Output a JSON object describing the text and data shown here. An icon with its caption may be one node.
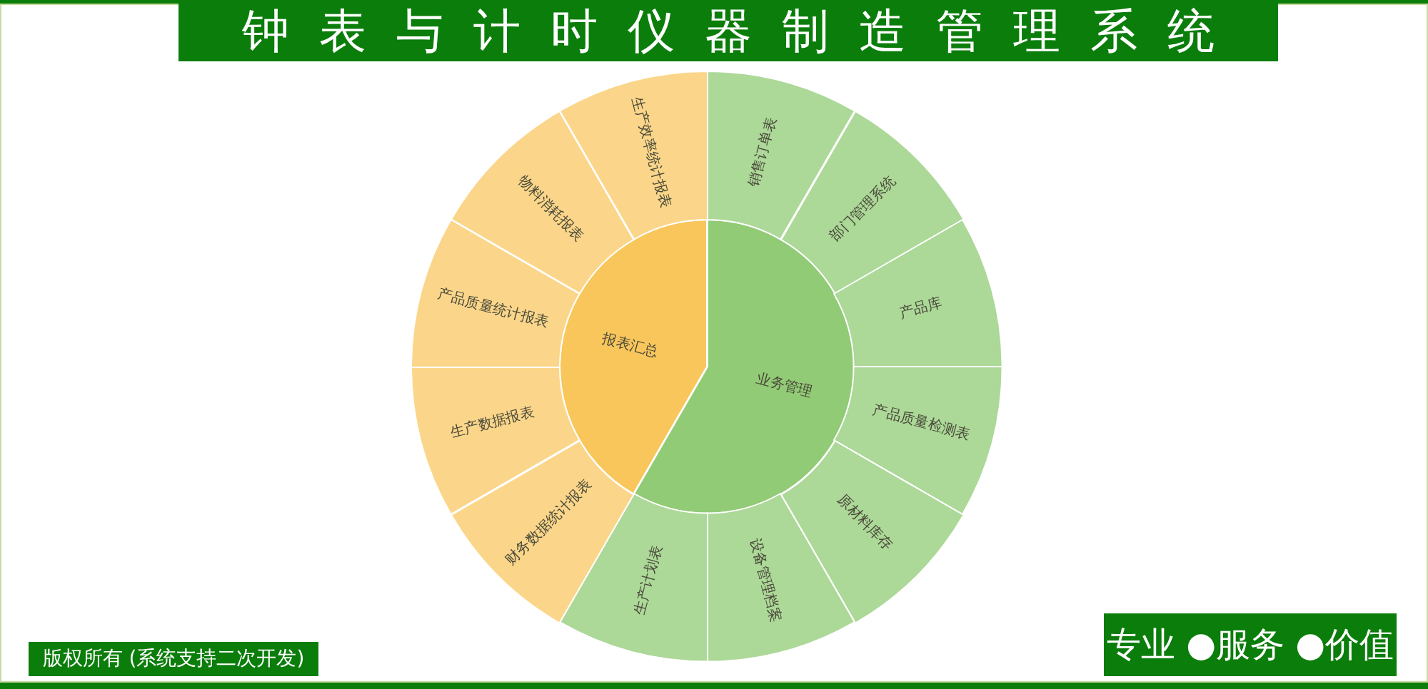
{
  "diagram": {
    "title": "钟表与计时仪器制造管理系统",
    "nodes": [
      {
        "text": [
          "报表汇总"
        ]
      },
      {
        "text": [
          "业务管理"
        ]
      },
      {
        "text": [
          "销售订单表"
        ]
      },
      {
        "text": [
          "部门管理系统"
        ]
      },
      {
        "text": [
          "产品库"
        ]
      },
      {
        "text": [
          "产品质量检测表"
        ]
      },
      {
        "text": [
          "原材料库存"
        ]
      },
      {
        "text": [
          "设备管理档案"
        ]
      },
      {
        "text": [
          "生产计划表"
        ]
      },
      {
        "text": [
          "财务数据统计报表"
        ]
      },
      {
        "text": [
          "生产数据报表"
        ]
      },
      {
        "text": [
          "产品质量统计报表"
        ]
      },
      {
        "text": [
          "物料消耗报表"
        ]
      },
      {
        "text": [
          "生产效率统计报表"
        ]
      },
      {
        "text": [
          "版权所有 (系统支持二次开发)"
        ]
      },
      {
        "text": [
          "专业 ●服务 ●价值"
        ]
      }
    ]
  }
}
